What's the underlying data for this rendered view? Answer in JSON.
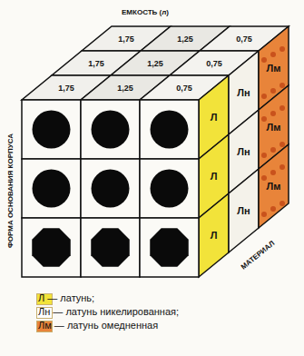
{
  "diagram": {
    "labels": [
      "ЕМКОСТЬ (л)",
      "1,75",
      "1,25",
      "0,75",
      "1,75",
      "1,25",
      "0,75",
      "1,75",
      "1,25",
      "0,75",
      "Л",
      "Лн",
      "Лм",
      "Л",
      "Лн",
      "Лм",
      "Л",
      "Лн",
      "Лм",
      "ФОРМА ОСНОВАНИЯ КОРПУСА",
      "МАТЕРИАЛ"
    ],
    "legend": [
      {
        "text": "Л — латунь;",
        "color": "#f2e33a"
      },
      {
        "text": "Лн — латунь никелированная;",
        "color": "#ffffff"
      },
      {
        "text": "Лм — латунь омедненная",
        "color": "#e8843a"
      }
    ]
  }
}
